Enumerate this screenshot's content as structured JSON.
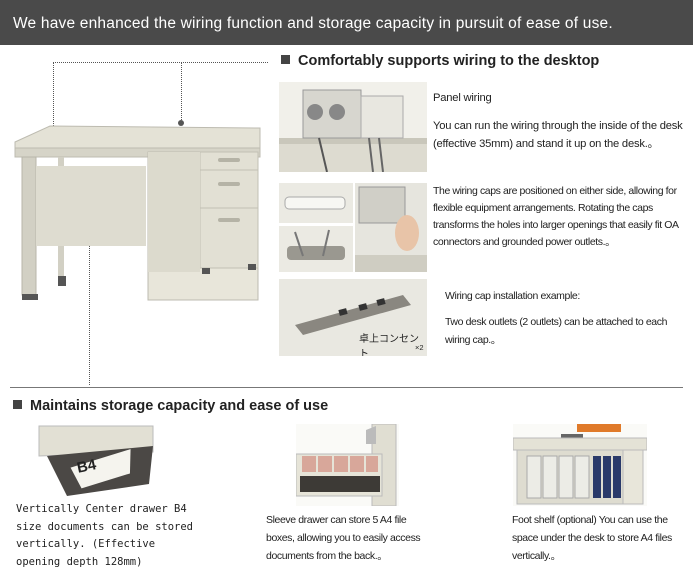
{
  "banner": {
    "text": "We have enhanced the wiring function and storage capacity in pursuit of ease of use."
  },
  "section1": {
    "heading": "Comfortably supports wiring to the desktop",
    "panel_title": "Panel wiring",
    "panel_text": "You can run the wiring through the inside of the desk (effective 35mm) and stand it up on the desk.。",
    "caps_text": "The wiring caps are positioned on either side, allowing for flexible equipment arrangements. Rotating the caps transforms the holes into larger openings that easily fit OA connectors and grounded power outlets.。",
    "install_title": "Wiring cap installation example:",
    "install_text": "Two desk outlets (2 outlets) can be attached to each wiring cap.。",
    "outlet_label": "卓上コンセント",
    "outlet_qty": "×2"
  },
  "section2": {
    "heading": "Maintains storage capacity and ease of use",
    "b4_label": "B4",
    "items": [
      {
        "text": "Vertically Center drawer B4 size documents can be stored vertically. (Effective opening depth 128mm)"
      },
      {
        "text": "Sleeve drawer can store 5 A4 file boxes, allowing you to easily access documents from the back.。"
      },
      {
        "text": "Foot shelf (optional) You can use the space under the desk to store A4 files vertically.。"
      }
    ]
  },
  "colors": {
    "banner_bg": "#4a4a4a",
    "desk": "#e4e2d6",
    "desk_shade": "#cfcdbf",
    "accent_orange": "#e07a2a",
    "box_pink": "#d8a79a"
  }
}
